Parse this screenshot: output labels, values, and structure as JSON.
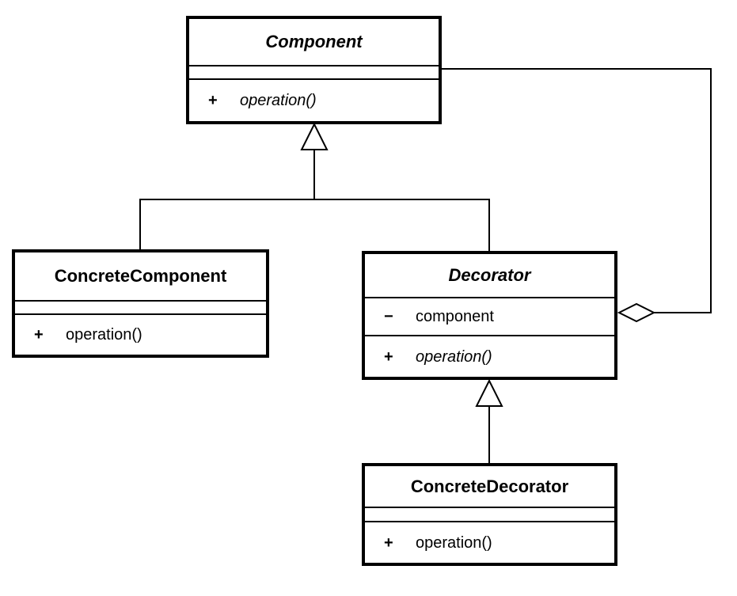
{
  "colors": {
    "line": "#000000",
    "box_border": "#000000",
    "box_fill": "#ffffff",
    "background": "#ffffff",
    "text": "#000000"
  },
  "classes": {
    "component": {
      "name": "Component",
      "abstract": true,
      "attributes": [],
      "operations": [
        {
          "visibility": "+",
          "text": "operation()",
          "abstract": true
        }
      ]
    },
    "concrete_component": {
      "name": "ConcreteComponent",
      "abstract": false,
      "attributes": [],
      "operations": [
        {
          "visibility": "+",
          "text": "operation()",
          "abstract": false
        }
      ]
    },
    "decorator": {
      "name": "Decorator",
      "abstract": true,
      "attributes": [
        {
          "visibility": "−",
          "text": "component"
        }
      ],
      "operations": [
        {
          "visibility": "+",
          "text": "operation()",
          "abstract": true
        }
      ]
    },
    "concrete_decorator": {
      "name": "ConcreteDecorator",
      "abstract": false,
      "attributes": [],
      "operations": [
        {
          "visibility": "+",
          "text": "operation()",
          "abstract": false
        }
      ]
    }
  },
  "relations": [
    {
      "type": "generalization",
      "from": "ConcreteComponent",
      "to": "Component"
    },
    {
      "type": "generalization",
      "from": "Decorator",
      "to": "Component"
    },
    {
      "type": "generalization",
      "from": "ConcreteDecorator",
      "to": "Decorator"
    },
    {
      "type": "aggregation",
      "from": "Decorator",
      "to": "Component"
    }
  ]
}
